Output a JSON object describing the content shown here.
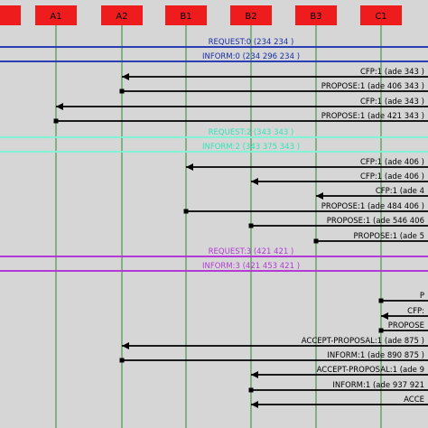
{
  "agents": [
    {
      "id": "left",
      "label": ""
    },
    {
      "id": "A1",
      "label": "A1"
    },
    {
      "id": "A2",
      "label": "A2"
    },
    {
      "id": "B1",
      "label": "B1"
    },
    {
      "id": "B2",
      "label": "B2"
    },
    {
      "id": "B3",
      "label": "B3"
    },
    {
      "id": "C1",
      "label": "C1"
    }
  ],
  "colors": {
    "background": "#d6d6d6",
    "agent_box": "#ee1c1c",
    "lifeline": "#2e8b2e",
    "arrow": "#000000",
    "blue_band": "#2b3fb5",
    "cyan_band": "#7ff5d6",
    "cyan_text": "#2fe6b8",
    "purple_band": "#b33ad6",
    "purple_text": "#b33ad6",
    "blue_text": "#1a2fa8"
  },
  "bands": [
    {
      "label": "REQUEST:0 (234  234   )",
      "color": "blue"
    },
    {
      "label": "INFORM:0 (234  296  234 )",
      "color": "blue"
    },
    {
      "label": "REQUEST:2 (343  343   )",
      "color": "cyan"
    },
    {
      "label": "INFORM:2 (343  375  343 )",
      "color": "cyan"
    },
    {
      "label": "REQUEST:3 (421  421   )",
      "color": "purple"
    },
    {
      "label": "INFORM:3 (421  453  421 )",
      "color": "purple"
    }
  ],
  "messages": [
    {
      "label": "CFP:1 (ade  343    )",
      "from": "right",
      "to": "A2"
    },
    {
      "label": "PROPOSE:1 (ade  406  343 )",
      "from": "A2",
      "to": "right"
    },
    {
      "label": "CFP:1 (ade  343    )",
      "from": "right",
      "to": "A1"
    },
    {
      "label": "PROPOSE:1 (ade  421  343 )",
      "from": "A1",
      "to": "right"
    },
    {
      "label": "CFP:1 (ade  406    )",
      "from": "right",
      "to": "B1"
    },
    {
      "label": "CFP:1 (ade  406    )",
      "from": "right",
      "to": "B2"
    },
    {
      "label": "CFP:1 (ade  4",
      "from": "right",
      "to": "B3"
    },
    {
      "label": "PROPOSE:1 (ade  484  406 )",
      "from": "B1",
      "to": "right"
    },
    {
      "label": "PROPOSE:1 (ade  546  406",
      "from": "B2",
      "to": "right"
    },
    {
      "label": "PROPOSE:1 (ade  5",
      "from": "B3",
      "to": "right"
    },
    {
      "label": "P",
      "from": "C1",
      "to": "right"
    },
    {
      "label": "CFP:",
      "from": "right",
      "to": "C1"
    },
    {
      "label": "PROPOSE",
      "from": "C1",
      "to": "right"
    },
    {
      "label": "ACCEPT-PROPOSAL:1 (ade  875   )",
      "from": "right",
      "to": "A2"
    },
    {
      "label": "INFORM:1 (ade  890  875 )",
      "from": "A2",
      "to": "right"
    },
    {
      "label": "ACCEPT-PROPOSAL:1 (ade  9",
      "from": "right",
      "to": "B2"
    },
    {
      "label": "INFORM:1 (ade  937  921",
      "from": "B2",
      "to": "right"
    },
    {
      "label": "ACCE",
      "from": "right",
      "to": "B2"
    }
  ]
}
